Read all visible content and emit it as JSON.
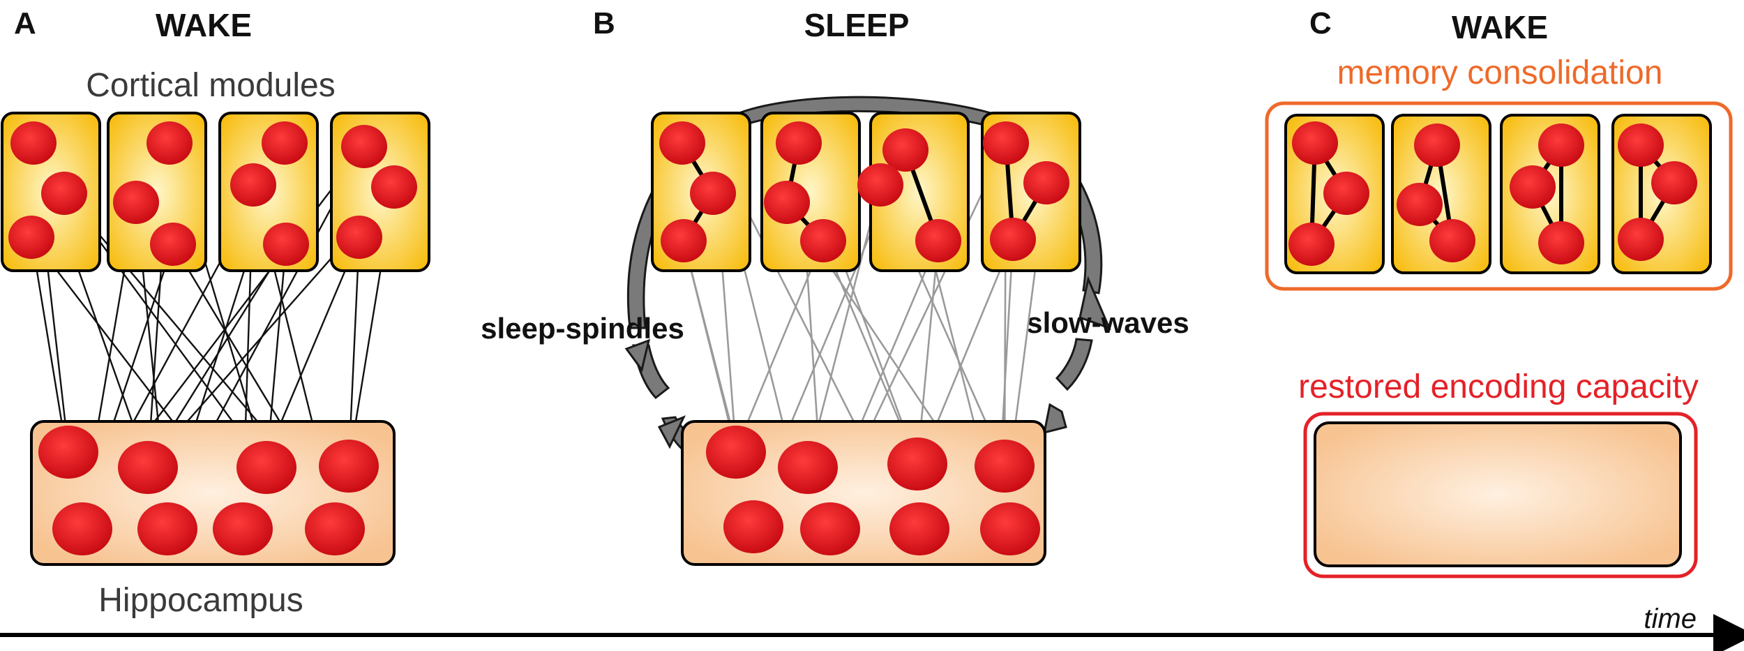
{
  "panels": {
    "a": {
      "letter": "A",
      "state": "WAKE",
      "cortex_label": "Cortical modules",
      "hippo_label": "Hippocampus"
    },
    "b": {
      "letter": "B",
      "state": "SLEEP",
      "left_oscillation": "sleep-spindles",
      "right_oscillation": "slow-waves"
    },
    "c": {
      "letter": "C",
      "state": "WAKE",
      "consolidation_label": "memory consolidation",
      "capacity_label": "restored encoding capacity"
    }
  },
  "timeline": {
    "label": "time"
  },
  "colors": {
    "neuron": "#e4141b",
    "cortex_module": "#f7c01a",
    "hippocampus": "#f9c99a",
    "consolidation_frame": "#ee6a2a",
    "capacity_frame": "#e42128",
    "wake_connection": "#111111",
    "sleep_connection": "#9a9a9a"
  }
}
